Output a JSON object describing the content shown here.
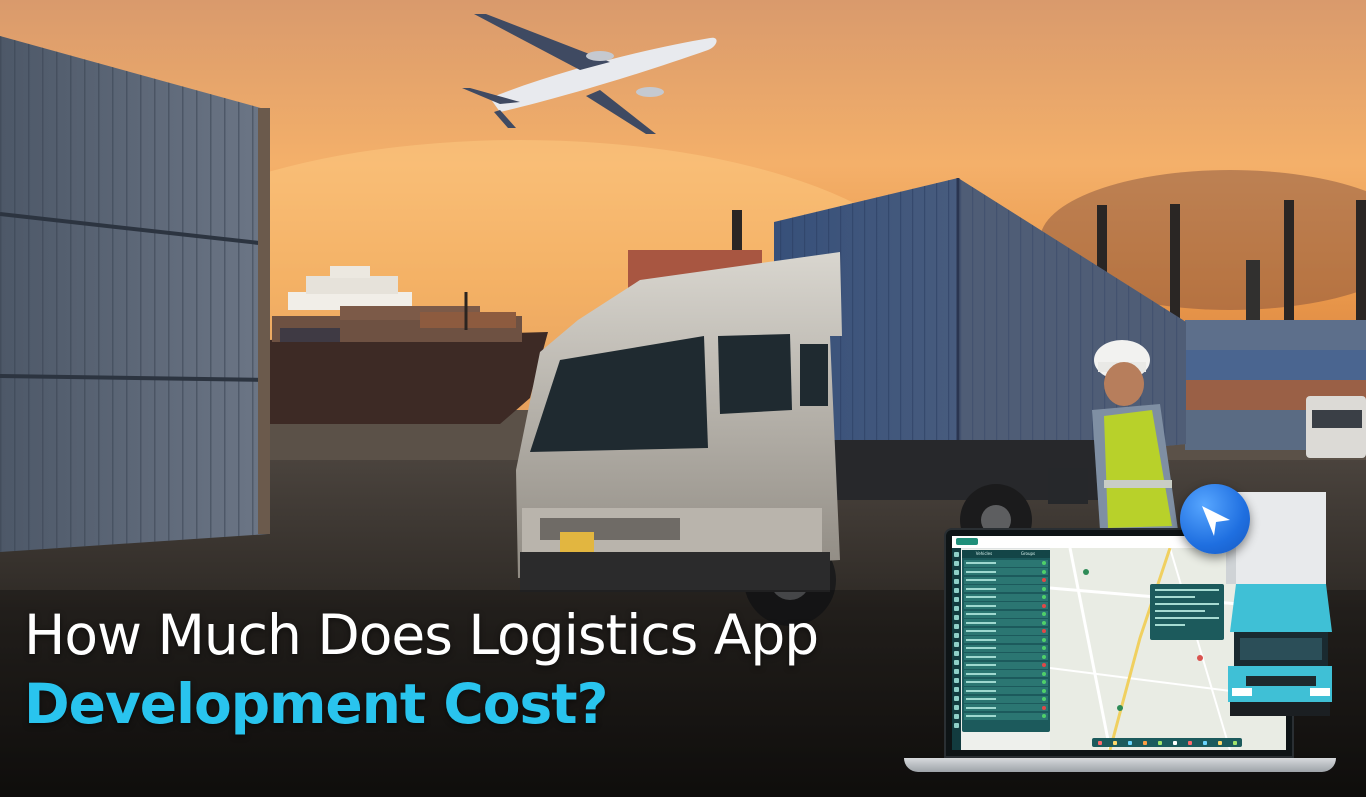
{
  "headline": {
    "line1": "How Much Does Logistics App",
    "line2": "Development Cost?"
  },
  "colors": {
    "headline_primary": "#ffffff",
    "headline_accent": "#29c4ee",
    "sky_top": "#f4b06a",
    "sky_bottom": "#e8853f",
    "app_teal": "#1c5a5c",
    "badge_blue": "#1f6fe0",
    "mini_truck": "#3fc0d6"
  },
  "icons": {
    "badge": "navigation-arrow-icon",
    "plane": "airplane-icon"
  },
  "app_screen": {
    "tab_1": "Vehicles",
    "tab_2": "Groups"
  }
}
